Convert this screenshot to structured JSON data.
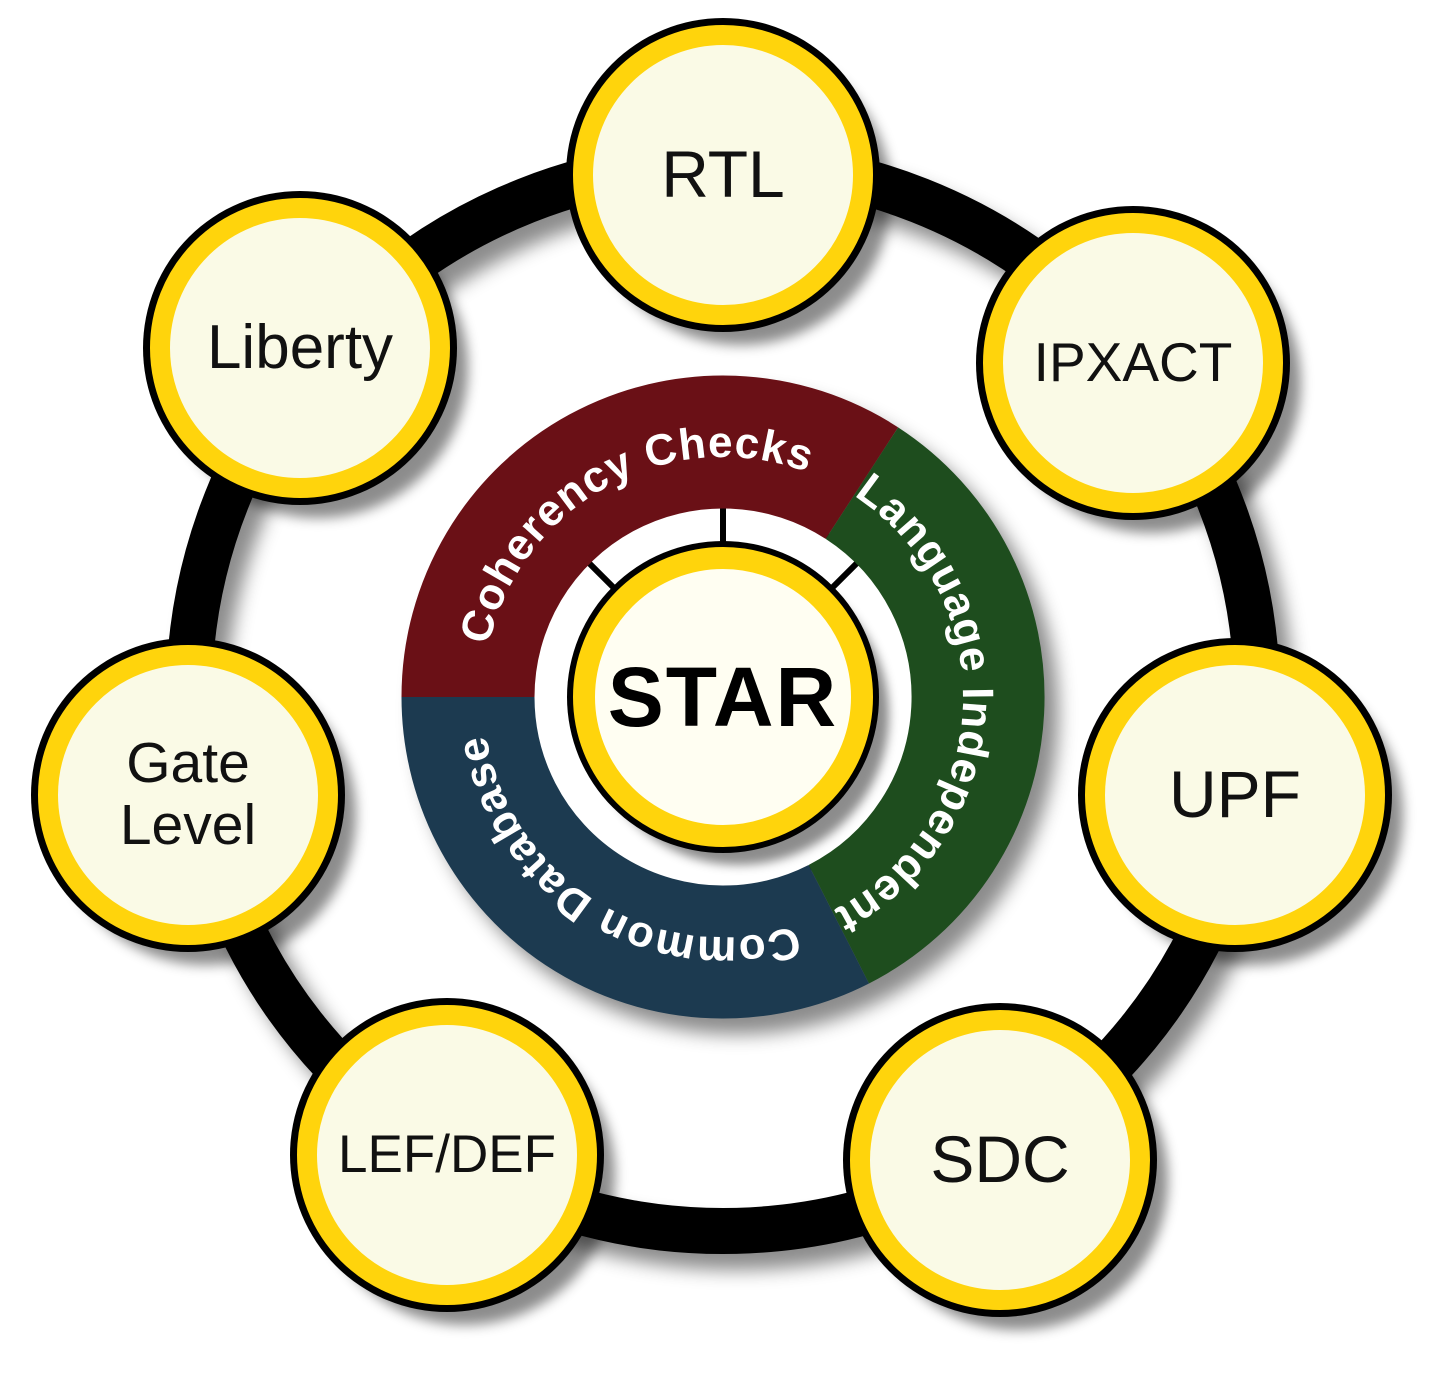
{
  "diagram": {
    "hub": {
      "label": "STAR"
    },
    "ring_segments": [
      {
        "label": "Coherency Checks",
        "color": "#6A1016"
      },
      {
        "label": "Language Independent",
        "color": "#1E4D1E"
      },
      {
        "label": "Common Database",
        "color": "#1C3A50"
      }
    ],
    "nodes": [
      {
        "label": "RTL"
      },
      {
        "label": "IPXACT"
      },
      {
        "label": "UPF"
      },
      {
        "label": "SDC"
      },
      {
        "label": "LEF/DEF"
      },
      {
        "label": "Gate Level"
      },
      {
        "label": "Liberty"
      }
    ],
    "colors": {
      "gold": "#FFD40C",
      "node_fill": "#FAFAE6",
      "hub_fill": "#FFFEF2",
      "orbit_black": "#000000",
      "segment_maroon": "#6A1016",
      "segment_green": "#1E4D1E",
      "segment_navy": "#1C3A50",
      "arc_text": "#FFFFFF",
      "label_text": "#111111"
    }
  }
}
